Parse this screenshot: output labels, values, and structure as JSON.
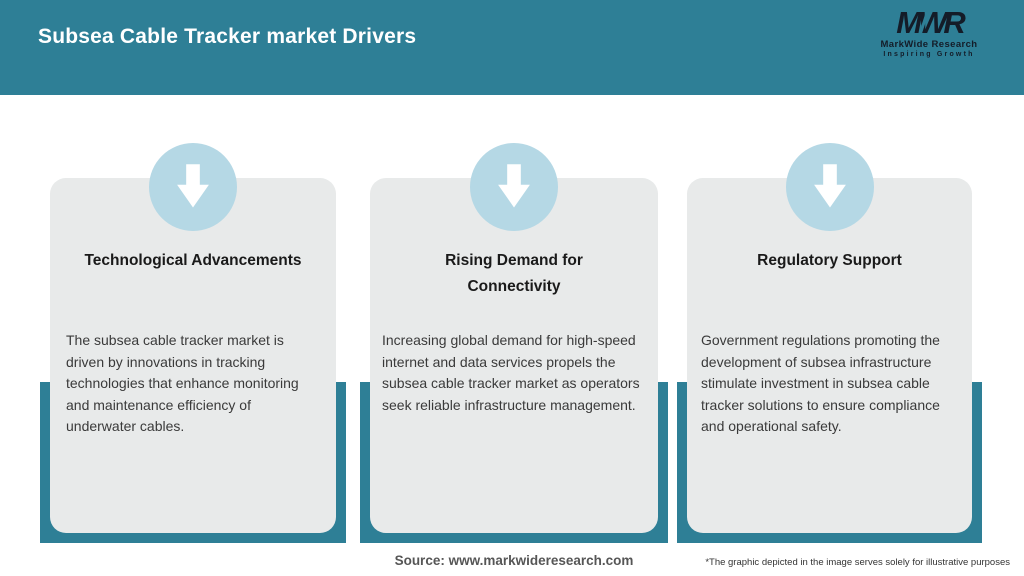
{
  "header": {
    "title": "Subsea Cable Tracker market Drivers",
    "logo": {
      "monogram": "MWR",
      "name": "MarkWide Research",
      "tagline": "Inspiring Growth"
    }
  },
  "cards": [
    {
      "icon": "down-arrow-icon",
      "title": "Technological Advancements",
      "body": "The subsea cable tracker market is driven by innovations in tracking technologies that enhance monitoring and maintenance efficiency of underwater cables."
    },
    {
      "icon": "down-arrow-icon",
      "title": "Rising Demand for Connectivity",
      "body": "Increasing global demand for high-speed internet and data services propels the subsea cable tracker market as operators seek reliable infrastructure management."
    },
    {
      "icon": "down-arrow-icon",
      "title": "Regulatory Support",
      "body": "Government regulations promoting the development of subsea infrastructure stimulate investment in subsea cable tracker solutions to ensure compliance and operational safety."
    }
  ],
  "footer": {
    "source": "Source: www.markwideresearch.com",
    "disclaimer": "*The graphic depicted in the image serves solely for illustrative purposes"
  },
  "colors": {
    "header_teal": "#2e7f96",
    "card_background": "#e8eaea",
    "icon_circle_blue": "#b5d8e5",
    "title_text": "#1a1a1a",
    "body_text": "#3a3a3a"
  }
}
